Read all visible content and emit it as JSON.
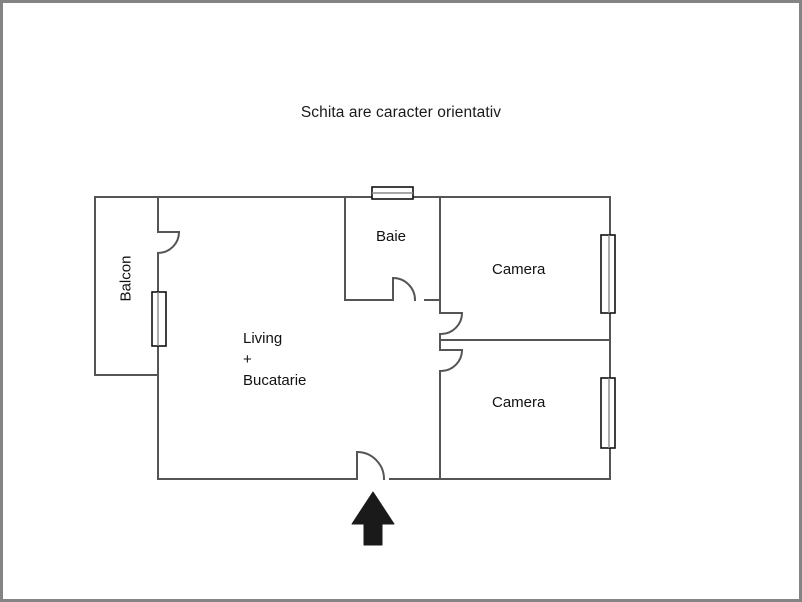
{
  "page": {
    "title_note": "Schita are caracter orientativ",
    "background_color": "#ffffff",
    "border_color": "#848484",
    "wall_color": "#555555",
    "arrow_color": "#1a1a1a"
  },
  "floorplan": {
    "type": "apartment-floor-plan",
    "rooms": [
      {
        "key": "balcon",
        "label": "Balcon",
        "orientation": "vertical"
      },
      {
        "key": "living",
        "label": "Living\n+\nBucatarie",
        "orientation": "horizontal"
      },
      {
        "key": "baie",
        "label": "Baie",
        "orientation": "horizontal"
      },
      {
        "key": "camera_1",
        "label": "Camera",
        "orientation": "horizontal"
      },
      {
        "key": "camera_2",
        "label": "Camera",
        "orientation": "horizontal"
      }
    ],
    "living_label_lines": {
      "line1": "Living",
      "line2": "+",
      "line3": "Bucatarie"
    },
    "labels": {
      "balcon": "Balcon",
      "baie": "Baie",
      "camera_1": "Camera",
      "camera_2": "Camera"
    },
    "windows": [
      {
        "key": "window-balcon",
        "wall": "balcon-right-wall"
      },
      {
        "key": "window-baie",
        "wall": "baie-top-wall"
      },
      {
        "key": "window-camera1",
        "wall": "camera-1-right-wall"
      },
      {
        "key": "window-camera2",
        "wall": "camera-2-right-wall"
      }
    ],
    "doors": [
      {
        "key": "door-balcon",
        "room": "balcon"
      },
      {
        "key": "door-baie",
        "room": "baie"
      },
      {
        "key": "door-camera1",
        "room": "camera_1"
      },
      {
        "key": "door-camera2",
        "room": "camera_2"
      },
      {
        "key": "door-entrance",
        "room": "living"
      }
    ],
    "entrance_arrow": {
      "key": "entrance-arrow",
      "direction": "up"
    }
  }
}
